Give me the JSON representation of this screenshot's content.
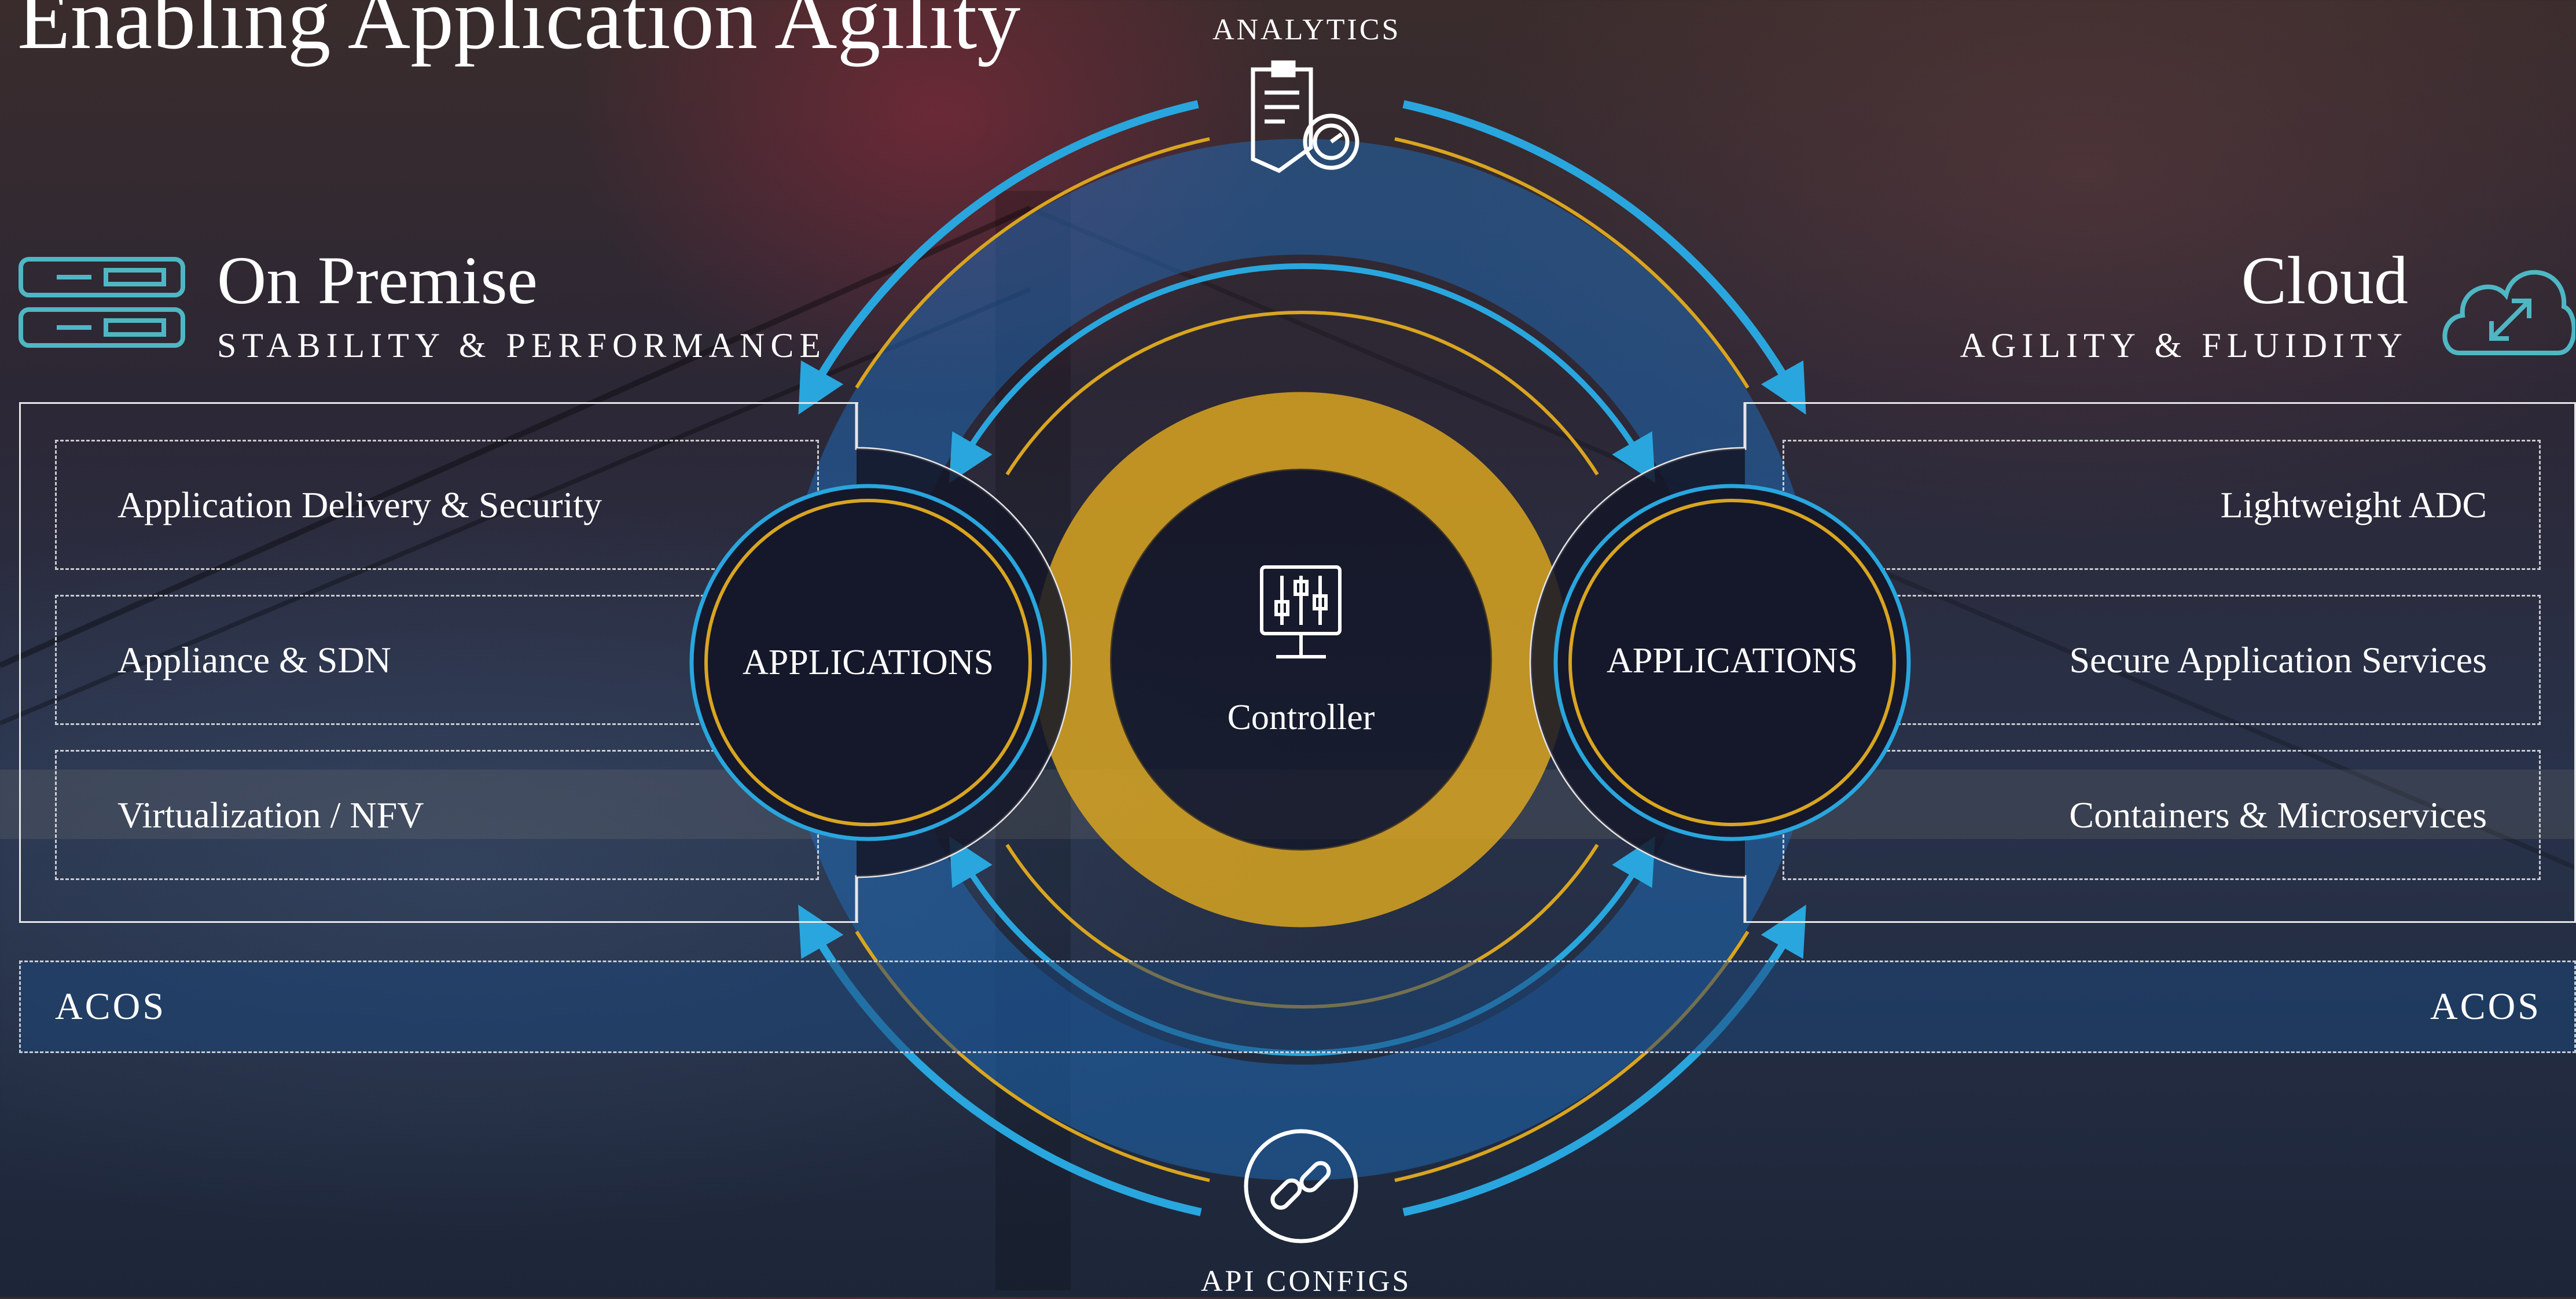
{
  "title": "Enabling Application Agility",
  "top_node": {
    "label": "ANALYTICS",
    "icon": "report-gauge-icon"
  },
  "bottom_node": {
    "label": "API CONFIGS",
    "icon": "link-icon"
  },
  "center": {
    "label": "Controller",
    "icon": "sliders-icon"
  },
  "left": {
    "heading": "On Premise",
    "subheading": "STABILITY & PERFORMANCE",
    "icon": "server-rack-icon",
    "items": [
      "Application Delivery & Security",
      "Appliance & SDN",
      "Virtualization / NFV"
    ],
    "app_circle": "APPLICATIONS"
  },
  "right": {
    "heading": "Cloud",
    "subheading": "AGILITY & FLUIDITY",
    "icon": "cloud-icon",
    "items": [
      "Lightweight ADC",
      "Secure Application Services",
      "Containers & Microservices"
    ],
    "app_circle": "APPLICATIONS"
  },
  "acos": {
    "left": "ACOS",
    "right": "ACOS"
  },
  "colors": {
    "blue": "#29a6de",
    "gold": "#d9a520",
    "teal": "#4fb7c4",
    "panel": "#e6e6e6"
  }
}
